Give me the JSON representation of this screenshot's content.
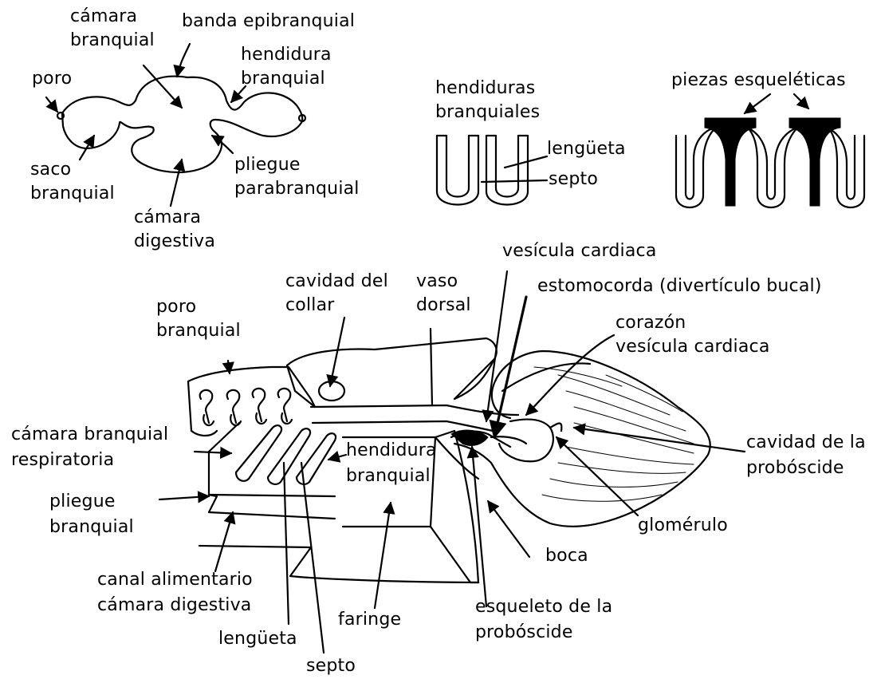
{
  "fig1": {
    "camara_branquial": [
      "cámara",
      "branquial"
    ],
    "banda_epibranquial": "banda epibranquial",
    "hendidura_branquial": [
      "hendidura",
      "branquial"
    ],
    "poro": "poro",
    "saco_branquial": [
      "saco",
      "branquial"
    ],
    "pliegue_parabranquial": [
      "pliegue",
      "parabranquial"
    ],
    "camara_digestiva": [
      "cámara",
      "digestiva"
    ]
  },
  "fig2": {
    "hendiduras_branquiales": [
      "hendiduras",
      "branquiales"
    ],
    "lengueta": "lengüeta",
    "septo": "septo"
  },
  "fig3": {
    "piezas_esqueleticas": "piezas esqueléticas"
  },
  "fig4": {
    "vesicula_cardiaca": "vesícula cardiaca",
    "cavidad_collar": [
      "cavidad del",
      "collar"
    ],
    "vaso_dorsal": [
      "vaso",
      "dorsal"
    ],
    "estomocorda": "estomocorda (divertículo bucal)",
    "poro_branquial": [
      "poro",
      "branquial"
    ],
    "corazon": [
      "corazón",
      "vesícula cardiaca"
    ],
    "camara_respiratoria": [
      "cámara branquial",
      "respiratoria"
    ],
    "hendidura_branquial": [
      "hendidura",
      "branquial"
    ],
    "cavidad_proboscide": [
      "cavidad de la",
      "probóscide"
    ],
    "pliegue_branquial": [
      "pliegue",
      "branquial"
    ],
    "glomerulo": "glomérulo",
    "boca": "boca",
    "canal_alimentario": [
      "canal alimentario",
      "cámara digestiva"
    ],
    "faringe": "faringe",
    "esqueleto_proboscide": [
      "esqueleto de la",
      "probóscide"
    ],
    "lengueta": "lengüeta",
    "septo": "septo"
  }
}
